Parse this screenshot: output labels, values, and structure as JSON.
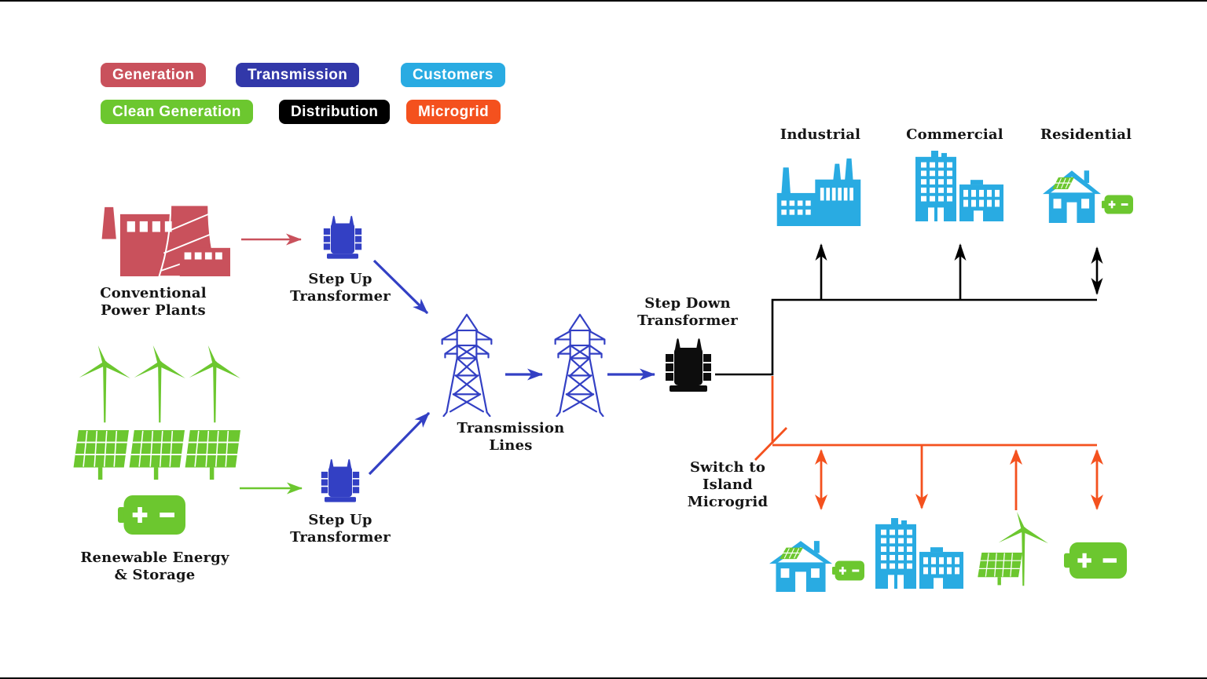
{
  "legend": {
    "items": [
      {
        "label": "Generation",
        "color": "#C9515C"
      },
      {
        "label": "Transmission",
        "color": "#3238A9"
      },
      {
        "label": "Customers",
        "color": "#29ABE2"
      },
      {
        "label": "Clean Generation",
        "color": "#6CC72F"
      },
      {
        "label": "Distribution",
        "color": "#000000"
      },
      {
        "label": "Microgrid",
        "color": "#F4511E"
      }
    ]
  },
  "labels": {
    "conventional_power_plants": "Conventional\nPower Plants",
    "renewable_energy_storage": "Renewable Energy\n& Storage",
    "step_up_transformer_top": "Step Up\nTransformer",
    "step_up_transformer_bottom": "Step Up\nTransformer",
    "transmission_lines": "Transmission\nLines",
    "step_down_transformer": "Step Down\nTransformer",
    "switch_to_island_microgrid": "Switch to\nIsland\nMicrogrid",
    "customers": {
      "industrial": "Industrial",
      "commercial": "Commercial",
      "residential": "Residential"
    }
  },
  "colors": {
    "generation_red": "#C9515C",
    "transmission_blue": "#3340C4",
    "customers_light_blue": "#29ABE2",
    "clean_generation_green": "#6CC72F",
    "distribution_black": "#000000",
    "microgrid_orange": "#F4511E"
  }
}
